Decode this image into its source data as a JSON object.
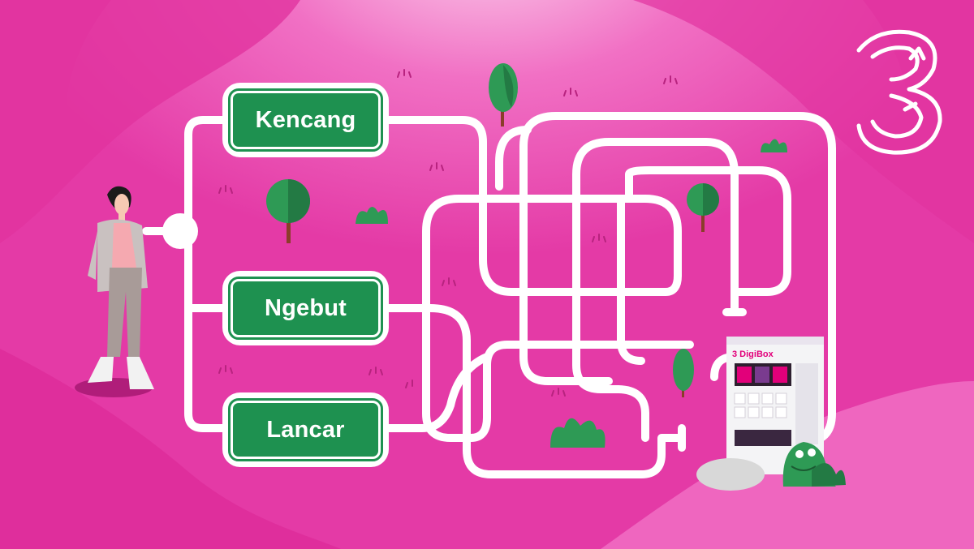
{
  "signs": [
    {
      "id": "kencang",
      "label": "Kencang"
    },
    {
      "id": "ngebut",
      "label": "Ngebut"
    },
    {
      "id": "lancar",
      "label": "Lancar"
    }
  ],
  "brand": {
    "logo": "Three (3) logo",
    "logo_color": "#ffffff"
  },
  "colors": {
    "background": "#e63aa8",
    "sign_green": "#1e9150",
    "path": "#ffffff",
    "tree": "#2e9a55",
    "trunk": "#8a3d2a"
  },
  "goal": {
    "device": "DigiBox",
    "device_logo": "3"
  },
  "icons": [
    "tree-icon",
    "bush-icon",
    "woman-character",
    "monster-mascot"
  ]
}
